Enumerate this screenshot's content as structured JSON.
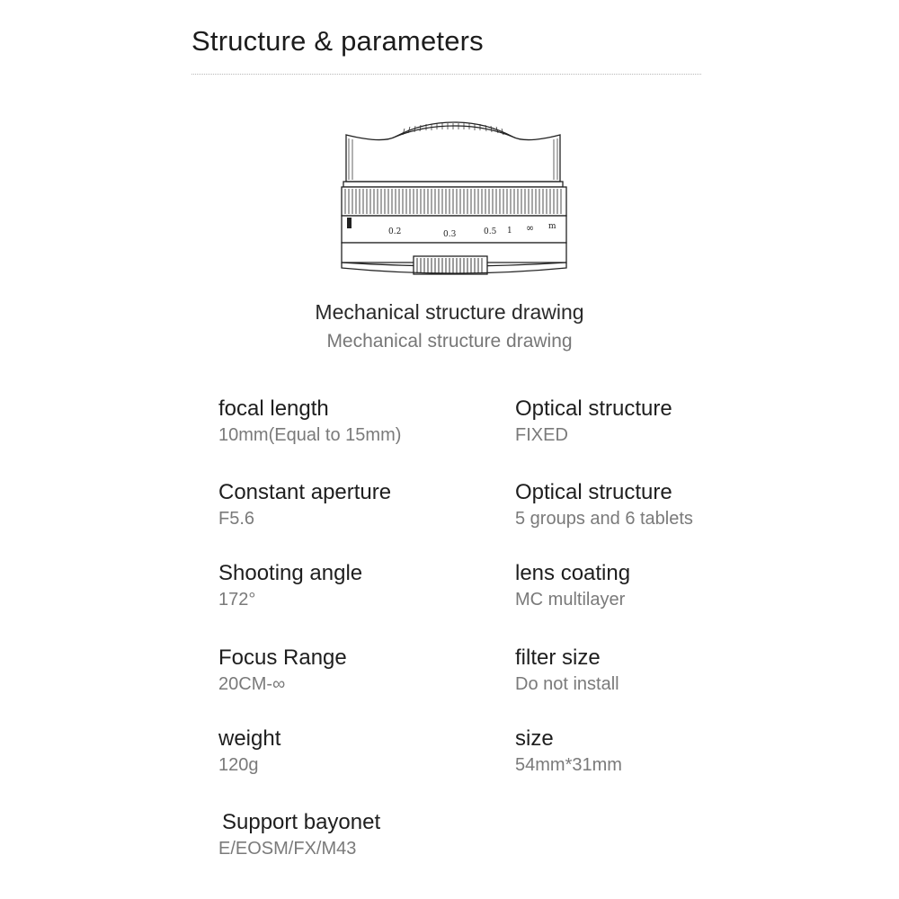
{
  "header": {
    "title": "Structure & parameters"
  },
  "drawing": {
    "scale_marks": [
      "0.2",
      "0.3",
      "0.5",
      "1",
      "∞",
      "m"
    ],
    "caption_main": "Mechanical structure drawing",
    "caption_sub": "Mechanical structure drawing"
  },
  "params": {
    "left": [
      {
        "label": "focal length",
        "value": "10mm(Equal to 15mm)"
      },
      {
        "label": "Constant aperture",
        "value": "F5.6"
      },
      {
        "label": "Shooting angle",
        "value": "172°"
      },
      {
        "label": "Focus Range",
        "value": "20CM-∞"
      },
      {
        "label": "weight",
        "value": "120g"
      },
      {
        "label": "Support bayonet",
        "value": "E/EOSM/FX/M43"
      }
    ],
    "right": [
      {
        "label": "Optical structure",
        "value": "FIXED"
      },
      {
        "label": "Optical structure",
        "value": "5 groups and 6 tablets"
      },
      {
        "label": "lens coating",
        "value": "MC multilayer"
      },
      {
        "label": "filter size",
        "value": "Do not install"
      },
      {
        "label": "size",
        "value": "54mm*31mm"
      }
    ]
  }
}
